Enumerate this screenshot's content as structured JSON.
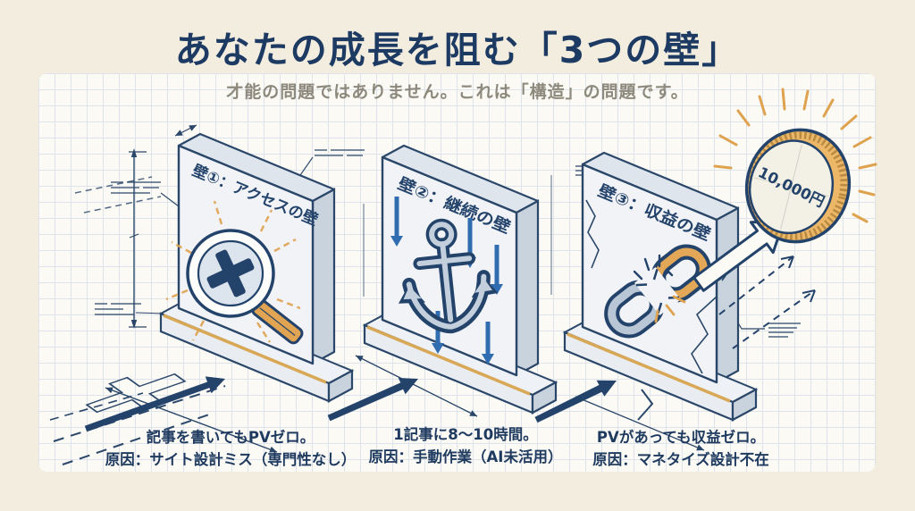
{
  "header": {
    "title": "あなたの成長を阻む「3つの壁」",
    "subtitle": "才能の問題ではありません。これは「構造」の問題です。"
  },
  "walls": [
    {
      "label": "壁①：アクセスの壁",
      "icon": "magnifier-x-icon",
      "caption_line1": "記事を書いてもPVゼロ。",
      "caption_line2": "原因：サイト設計ミス（専門性なし）"
    },
    {
      "label": "壁②：継続の壁",
      "icon": "anchor-icon",
      "caption_line1": "1記事に8〜10時間。",
      "caption_line2": "原因：手動作業（AI未活用）"
    },
    {
      "label": "壁③：収益の壁",
      "icon": "broken-chain-icon",
      "caption_line1": "PVがあっても収益ゼロ。",
      "caption_line2": "原因：マネタイズ設計不在"
    }
  ],
  "coin": {
    "value": "10,000円",
    "icon": "coin-icon"
  },
  "colors": {
    "navy": "#2a4668",
    "title_navy": "#1d3a63",
    "arrow_blue": "#2f6cb0",
    "orange": "#dfa24e",
    "cream": "#f2edde",
    "paper": "#fbfaf5"
  }
}
